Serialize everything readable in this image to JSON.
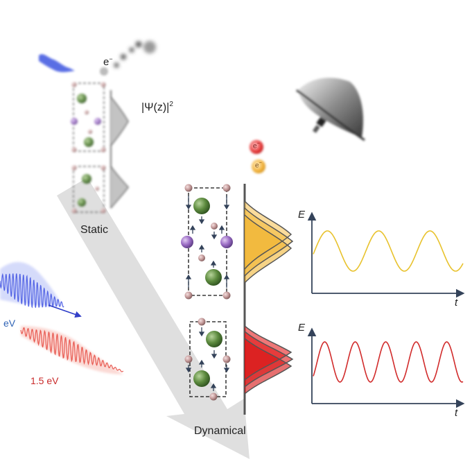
{
  "labels": {
    "static": "Static",
    "dynamical": "Dynamical",
    "psi": "|Ψ(z)|",
    "psi_sup": "2",
    "electron": "e",
    "electron_sup": "−",
    "pump_blue": "eV",
    "pump_red": "1.5 eV"
  },
  "plots": [
    {
      "ylabel": "E",
      "xlabel": "t",
      "color": "#e8c22c"
    },
    {
      "ylabel": "E",
      "xlabel": "t",
      "color": "#d12a2a"
    }
  ],
  "colors": {
    "arrow": "#d9d9d9",
    "green_atom": "#4e7d34",
    "purple_atom": "#8a5fb3",
    "pink_atom": "#b98a8a",
    "orange_profile": "#f0b93a",
    "red_profile": "#e21d1d",
    "blue_pulse": "#3a4fd8",
    "red_pulse": "#e2453a",
    "detector": "#7a7a7a"
  }
}
